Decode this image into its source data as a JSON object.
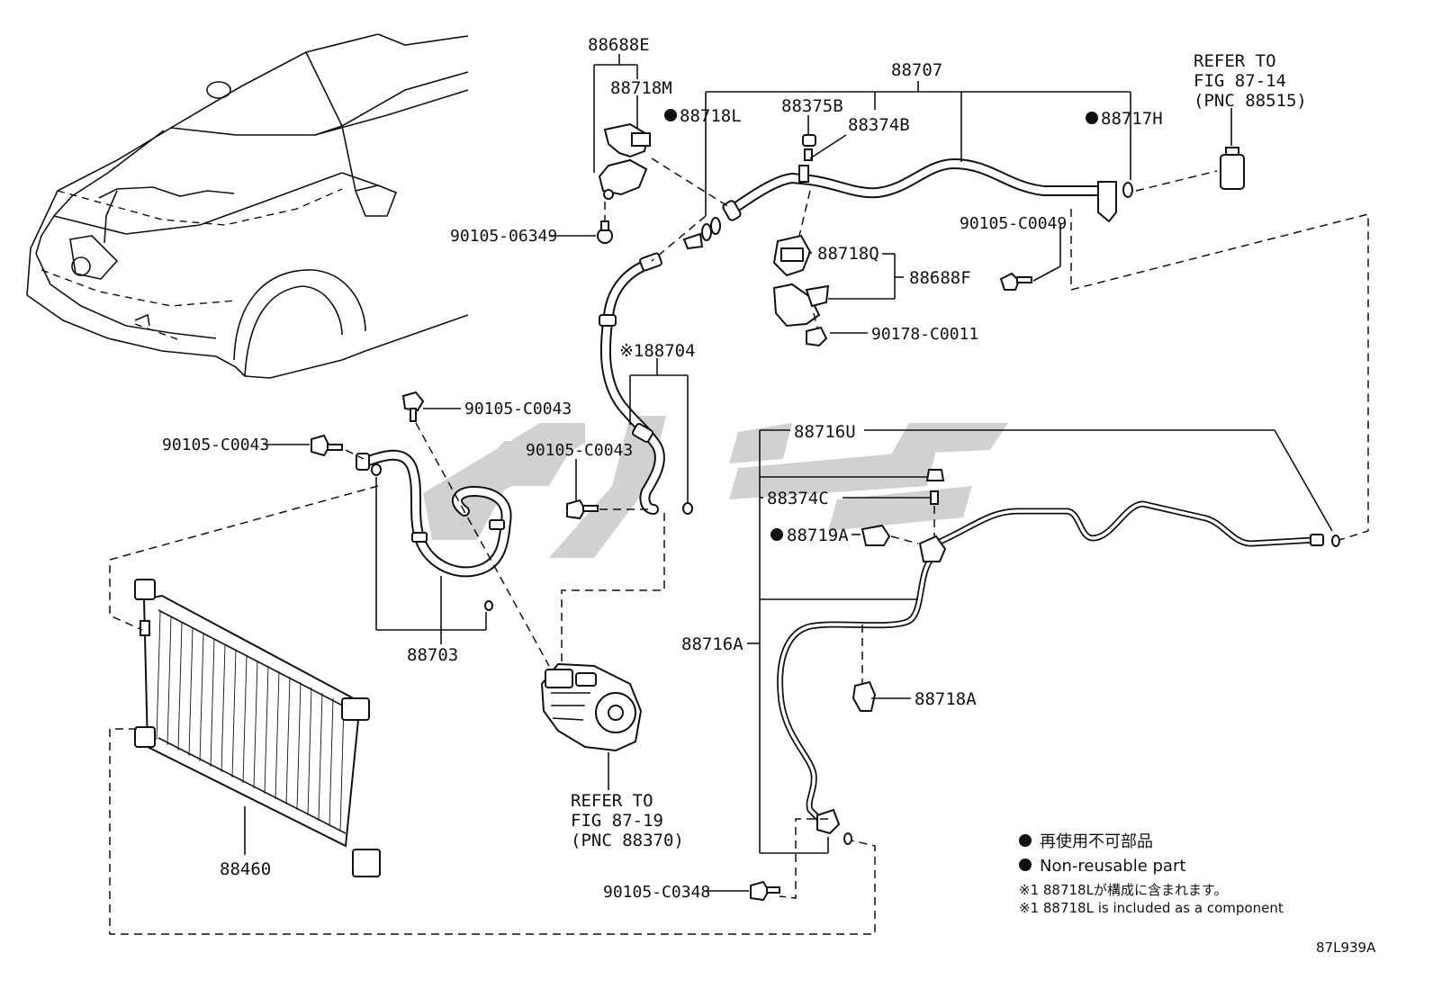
{
  "labels": {
    "p88688E": "88688E",
    "p88718M": "88718M",
    "p88718L": "88718L",
    "p88375B": "88375B",
    "p88374B": "88374B",
    "p88707": "88707",
    "p88717H": "88717H",
    "refer_top_line1": "REFER TO",
    "refer_top_line2": "FIG 87-14",
    "refer_top_line3": "(PNC 88515)",
    "p90105_06349": "90105-06349",
    "p90105_C0049": "90105-C0049",
    "p88718Q": "88718Q",
    "p88688F": "88688F",
    "p90178_C0011": "90178-C0011",
    "p88704": "※188704",
    "p90105_C0043_a": "90105-C0043",
    "p90105_C0043_b": "90105-C0043",
    "p90105_C0043_c": "90105-C0043",
    "p88716U": "88716U",
    "p88374C": "88374C",
    "p88719A": "88719A",
    "p88716A": "88716A",
    "p88718A": "88718A",
    "p88703": "88703",
    "refer_mid_line1": "REFER TO",
    "refer_mid_line2": "FIG 87-19",
    "refer_mid_line3": "(PNC 88370)",
    "p88460": "88460",
    "p90105_C0348": "90105-C0348"
  },
  "legend": {
    "nonreusable_jp": "再使用不可部品",
    "nonreusable_en": "Non-reusable part",
    "note_jp": "※1 88718Lが構成に含まれます。",
    "note_en": "※1 88718L  is included as a component"
  },
  "figure_code": "87L939A",
  "colors": {
    "line": "#111111",
    "watermark": "#c9c9c9",
    "background": "#ffffff"
  }
}
